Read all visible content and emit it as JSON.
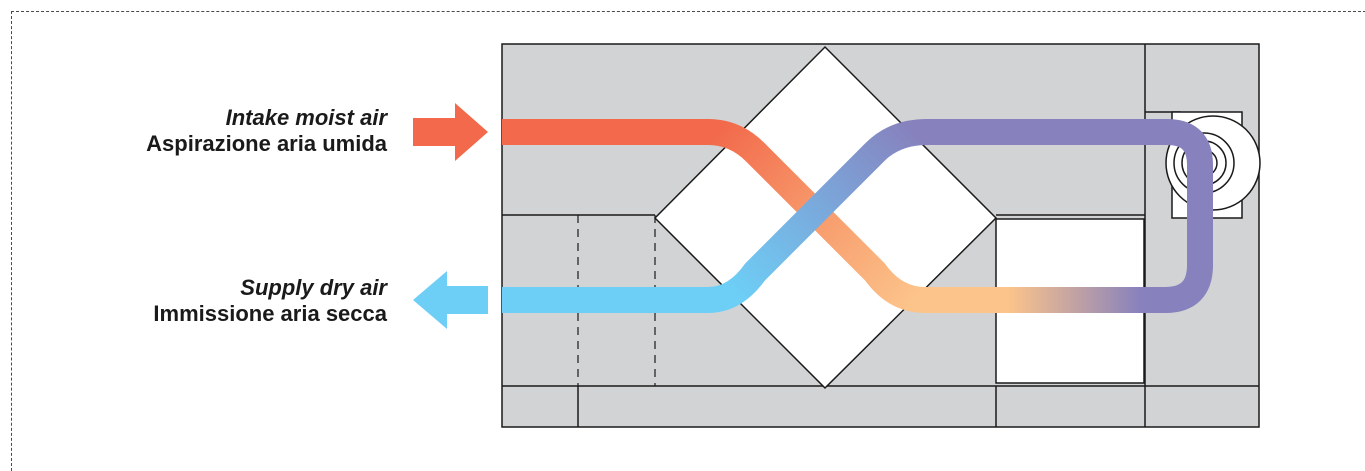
{
  "labels": {
    "intake": {
      "en": "Intake moist air",
      "it": "Aspirazione aria umida"
    },
    "supply": {
      "en": "Supply dry air",
      "it": "Immissione aria secca"
    }
  },
  "colors": {
    "unit_fill": "#d1d3d4",
    "outline": "#1a1a1a",
    "warm_flow": "#f26a4b",
    "warm_light": "#fcc48a",
    "cold_flow": "#6dcff6",
    "purple_flow": "#8781bd",
    "intake_arrow": "#f26a4b",
    "supply_arrow": "#6dcff6"
  },
  "icons": {
    "intake_arrow": "arrow-right-icon",
    "supply_arrow": "arrow-left-icon",
    "fan": "centrifugal-fan-icon"
  }
}
